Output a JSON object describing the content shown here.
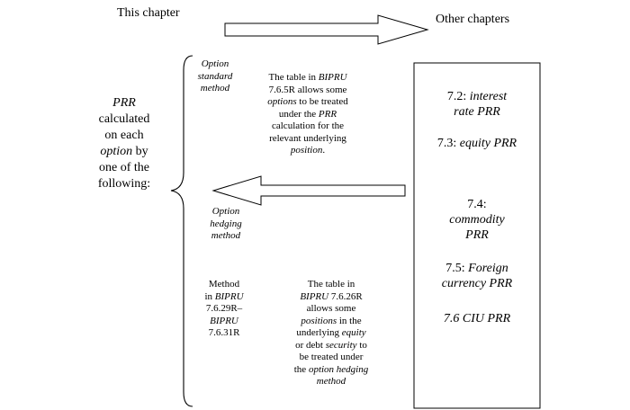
{
  "header": {
    "this_chapter": "This chapter",
    "other_chapters": "Other chapters"
  },
  "left": {
    "line1": "PRR",
    "line2": "calculated",
    "line3": "on each",
    "line4a": "option",
    "line4b": " by",
    "line5": "one of the",
    "line6": "following:"
  },
  "option_standard": {
    "line1": "Option",
    "line2": "standard",
    "line3": "method"
  },
  "option_hedging": {
    "line1": "Option",
    "line2": "hedging",
    "line3": "method"
  },
  "table_note_1": {
    "l1": "The table in ",
    "l1b": "BIPRU",
    "l2": "7.6.5R allows some",
    "l3a": "options",
    "l3b": " to be treated",
    "l4a": "under the ",
    "l4b": "PRR",
    "l5": "calculation for the",
    "l6": "relevant underlying",
    "l7a": "position",
    "l7b": "."
  },
  "method_note": {
    "l1": "Method",
    "l2a": "in ",
    "l2b": "BIPRU",
    "l3": "7.6.29R–",
    "l4": "BIPRU",
    "l5": "7.6.31R"
  },
  "table_note_2": {
    "l1": "The table in",
    "l2a": "BIPRU",
    "l2b": " 7.6.26R",
    "l3": "allows some",
    "l4a": "positions",
    "l4b": " in the",
    "l5a": "underlying ",
    "l5b": "equity",
    "l6a": "or debt ",
    "l6b": "security",
    "l6c": " to",
    "l7": "be treated under",
    "l8a": "the ",
    "l8b": "option hedging",
    "l9": "method"
  },
  "other_box": {
    "item1_a": "7.2: ",
    "item1_b": "interest",
    "item1_c": "rate PRR",
    "item2_a": "7.3: ",
    "item2_b": "equity PRR",
    "item3_a": "7.4:",
    "item3_b": "commodity",
    "item3_c": "PRR",
    "item4_a": "7.5: ",
    "item4_b": "Foreign",
    "item4_c": "currency PRR",
    "item5": "7.6 CIU PRR"
  }
}
